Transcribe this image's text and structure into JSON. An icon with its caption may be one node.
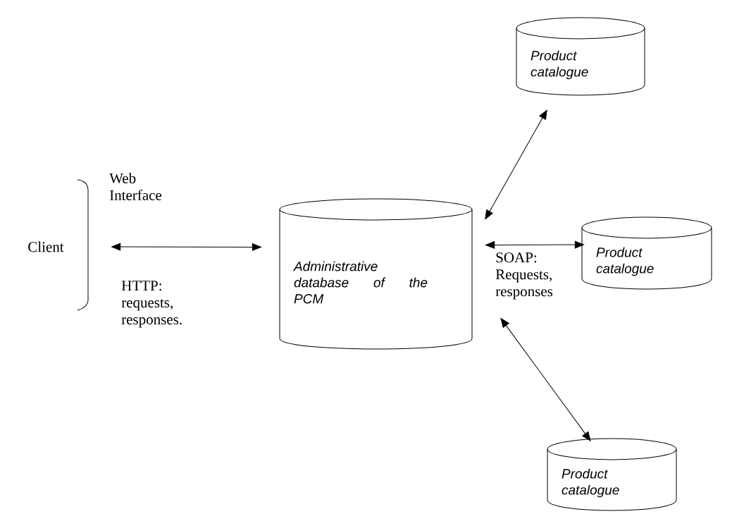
{
  "diagram": {
    "nodes": [
      {
        "text": [
          "Client"
        ]
      },
      {
        "text": [
          "Administrative database of the PCM"
        ]
      },
      {
        "text": [
          "Product catalogue"
        ]
      },
      {
        "text": [
          "Product catalogue"
        ]
      },
      {
        "text": [
          "Product catalogue"
        ]
      }
    ],
    "edges": [
      {
        "from": 0,
        "to": 1,
        "arrow": "both",
        "label": "HTTP: requests, responses."
      },
      {
        "from": 1,
        "to": 2,
        "arrow": "both"
      },
      {
        "from": 1,
        "to": 3,
        "arrow": "both",
        "label": "SOAP: Requests, responses"
      },
      {
        "from": 1,
        "to": 4,
        "arrow": "both"
      }
    ],
    "labels": [
      "Web Interface"
    ]
  }
}
